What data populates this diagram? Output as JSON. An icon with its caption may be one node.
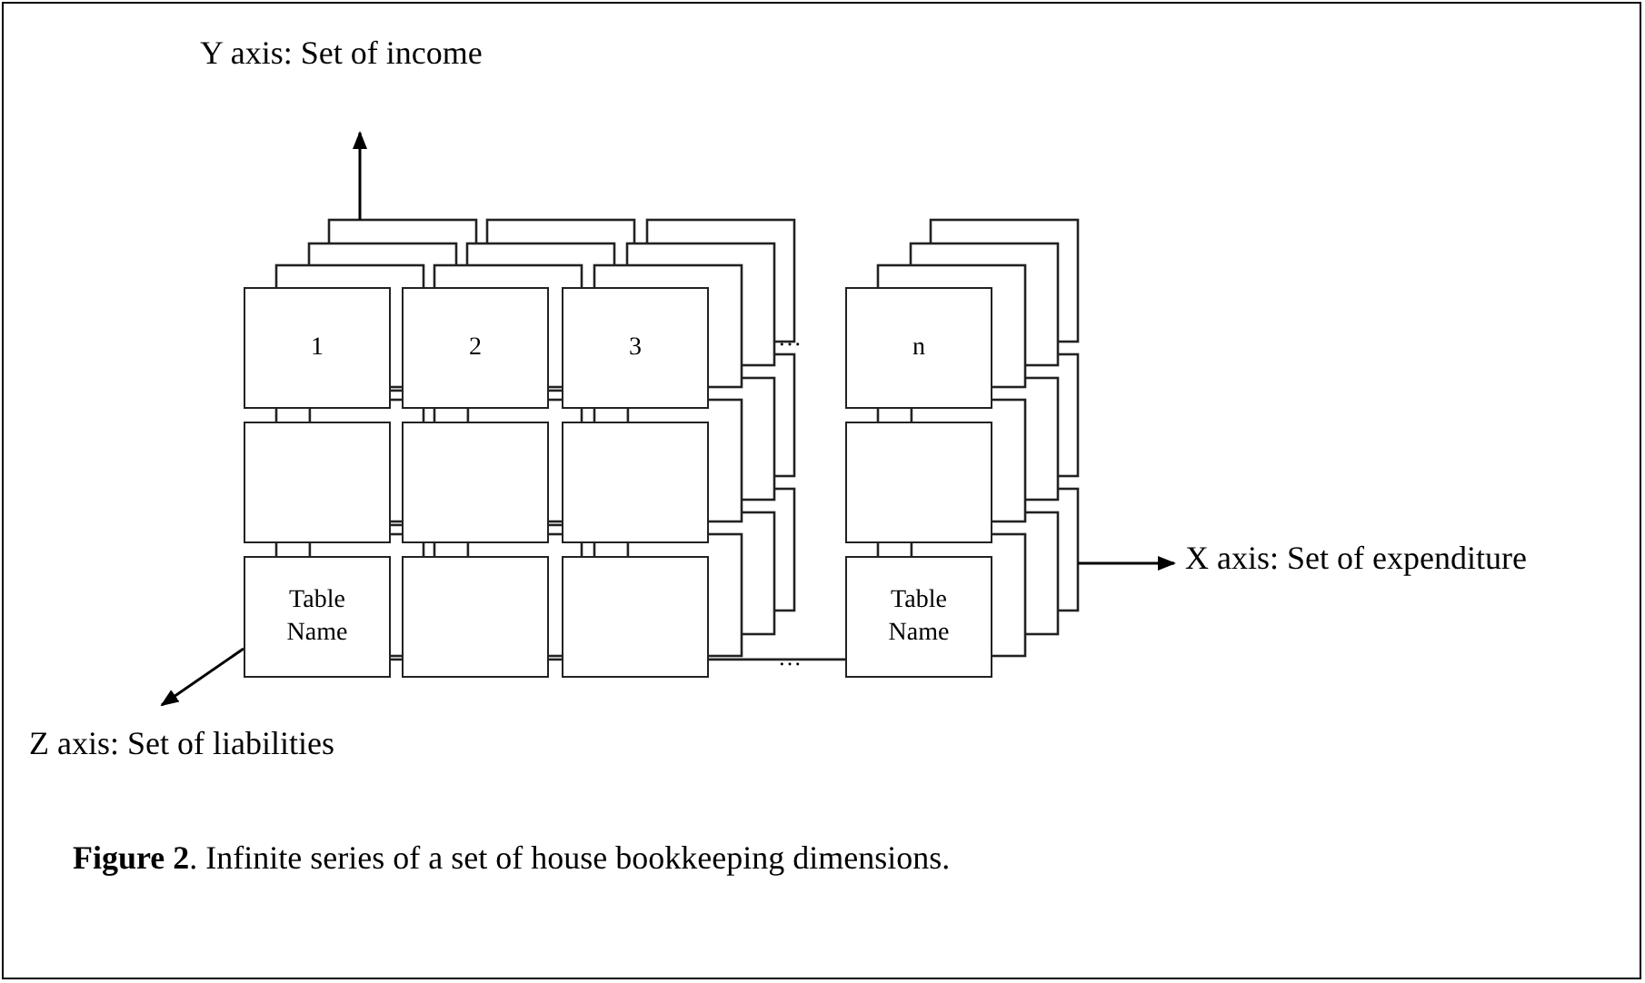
{
  "diagram": {
    "caption": "**Figure 2**. Infinite series of a set of house bookkeeping dimensions.",
    "nodes": [
      {
        "text": [
          "1"
        ]
      },
      {
        "text": [
          "2"
        ]
      },
      {
        "text": [
          "3"
        ]
      },
      {
        "text": [
          "n"
        ]
      },
      {
        "text": [],
        "shape": "box"
      },
      {
        "text": [],
        "shape": "box"
      },
      {
        "text": [],
        "shape": "box"
      },
      {
        "text": [],
        "shape": "box"
      },
      {
        "text": [
          "Table Name"
        ]
      },
      {
        "text": [],
        "shape": "box"
      },
      {
        "text": [],
        "shape": "box"
      },
      {
        "text": [
          "Table Name"
        ]
      }
    ],
    "edges": [
      {
        "from": 0,
        "to": 1,
        "arrow": "none"
      },
      {
        "from": 1,
        "to": 2,
        "arrow": "none"
      },
      {
        "from": 4,
        "to": 5,
        "arrow": "none"
      },
      {
        "from": 5,
        "to": 6,
        "arrow": "none"
      },
      {
        "from": 8,
        "to": 9,
        "arrow": "none"
      },
      {
        "from": 9,
        "to": 10,
        "arrow": "none"
      },
      {
        "from": 10,
        "to": 11,
        "arrow": "none"
      },
      {
        "from": 0,
        "to": 4,
        "arrow": "none"
      },
      {
        "from": 4,
        "to": 8,
        "arrow": "none"
      },
      {
        "from": 1,
        "to": 5,
        "arrow": "none"
      },
      {
        "from": 5,
        "to": 9,
        "arrow": "none"
      },
      {
        "from": 2,
        "to": 6,
        "arrow": "none"
      },
      {
        "from": 6,
        "to": 10,
        "arrow": "none"
      },
      {
        "from": 3,
        "to": 7,
        "arrow": "none"
      },
      {
        "from": 7,
        "to": 11,
        "arrow": "none"
      }
    ],
    "labels": [
      "Y axis: Set of income",
      "…",
      "…",
      "X axis: Set of expenditure",
      "Z axis: Set of liabilities"
    ]
  }
}
